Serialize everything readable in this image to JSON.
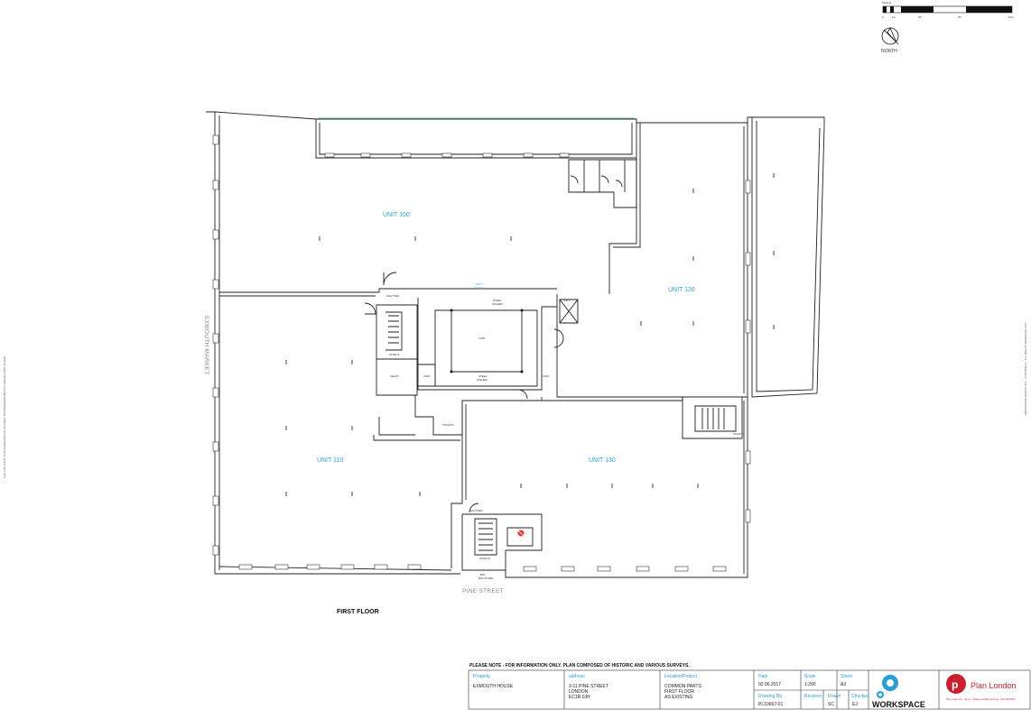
{
  "scale": {
    "label": "SCALE",
    "ticks": [
      "0",
      "1m",
      "3m",
      "5m",
      "10m"
    ]
  },
  "north": {
    "label": "NORTH"
  },
  "plan": {
    "units": [
      {
        "id": "unit-100",
        "label": "UNIT 100"
      },
      {
        "id": "unit-110",
        "label": "UNIT 110"
      },
      {
        "id": "unit-120",
        "label": "UNIT 120"
      },
      {
        "id": "unit-130",
        "label": "UNIT 130"
      }
    ],
    "small_unit": {
      "label": "UNIT",
      "sub": "(0.3 Sq.)"
    },
    "core_labels": {
      "void": "VOID",
      "steel_top": "STEEL",
      "steel_top_sub": "HIGHER",
      "steel_bottom": "STEEL",
      "steel_bottom_sub": "HIGHER",
      "lift": "LIFT",
      "shaft": "SHAFT",
      "toilets": "TOILETS",
      "stair_a": "STAIR A",
      "stair_b": "STAIR B",
      "stair_c": "STAIR C",
      "shutter_top": "SHUTTER",
      "shutter_bottom": "SHUTTER",
      "void_a": "VOID",
      "void_b": "VOID",
      "bin": "BIN",
      "bin_store": "BIN STORE"
    },
    "streets": {
      "left": "EXMOUTH MARKET",
      "bottom": "PINE STREET"
    },
    "floor_title": "FIRST FLOOR"
  },
  "margin_notes": {
    "left": "FILE LOCATION: S:\\PLANS\\EXMOUTH HOUSE\\1. PLANS\\DWG\\EXMOUTH HOUSE FIRST FLOOR",
    "right": "WORKSPACE GROUP PLC - COPYRIGHT - ALL RIGHTS RESERVED 2017"
  },
  "titleblock": {
    "note": "PLEASE NOTE - FOR INFORMATION ONLY. PLAN COMPOSED OF HISTORIC AND VARIOUS SURVEYS.",
    "property_label": "Property",
    "property_value": "EXMOUTH HOUSE",
    "address_label": "address",
    "address_lines": [
      "3-11 PINE STREET",
      "LONDON",
      "EC1R 0JH"
    ],
    "location_label": "Location/Project",
    "location_lines": [
      "COMMON PARTS",
      "FIRST FLOOR",
      "AS EXISTING"
    ],
    "date_label": "Date",
    "date_value": "02.06.2017",
    "scale_label": "Scale",
    "scale_value": "1:200",
    "sheet_label": "Sheet",
    "sheet_value": "A3",
    "drawing_label": "Drawing No",
    "drawing_value": "PL10667-01",
    "revision_label": "Revision",
    "revision_value": "",
    "drawn_label": "Drawn",
    "drawn_value": "SC",
    "checked_label": "Checked",
    "checked_value": "EJ",
    "workspace_logo": "WORKSPACE",
    "planlondon_logo": "Plan London",
    "planlondon_sub": "Plan London Ltd. · Survey · Measured building surveys · 020 7000 0000"
  }
}
